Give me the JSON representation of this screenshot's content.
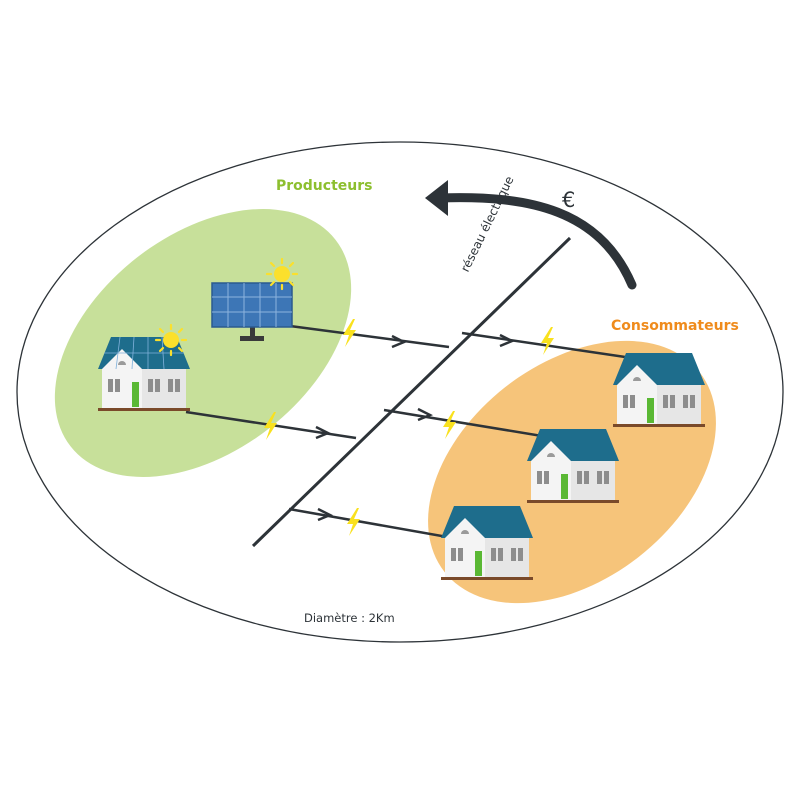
{
  "labels": {
    "producers": "Producteurs",
    "consumers": "Consommateurs",
    "grid": "réseau électrique",
    "currency": "€",
    "diameter": "Diamètre : 2Km"
  },
  "colors": {
    "producers_accent": "#8dbf2f",
    "producers_zone": "#c7e09a",
    "consumers_accent": "#ef8b1c",
    "consumers_zone": "#f6c47a",
    "line": "#2d3338",
    "roof": "#1e6d8c",
    "wall": "#e6e6e6",
    "door": "#5ab834",
    "solar_panel": "#3d76b6",
    "sun": "#fbe02c",
    "bolt": "#f9e11e"
  },
  "icons": [
    "house-icon",
    "solar-house-icon",
    "solar-panel-icon",
    "sun-icon",
    "lightning-bolt-icon",
    "flow-arrow-icon",
    "money-flow-arrow-icon"
  ]
}
